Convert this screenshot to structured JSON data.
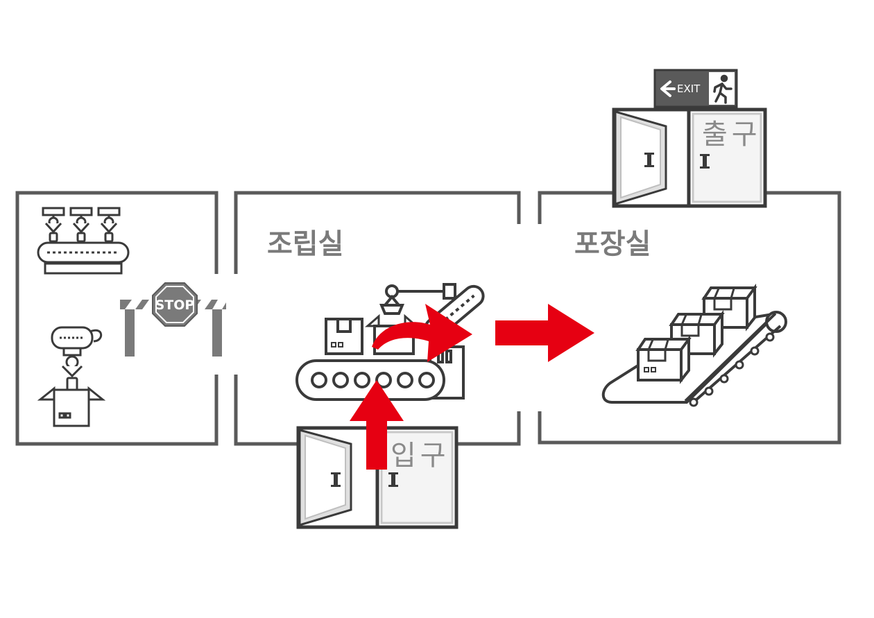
{
  "rooms": {
    "assembly": {
      "label": "조립실"
    },
    "packing": {
      "label": "포장실"
    }
  },
  "doors": {
    "entrance": {
      "label": "입구"
    },
    "exit": {
      "label": "출구"
    }
  },
  "signs": {
    "stop": "STOP",
    "exit": "EXIT"
  },
  "colors": {
    "wall": "#5a5a5a",
    "arrow": "#e60012",
    "icon": "#3a3a3a",
    "label": "#7a7a7a"
  }
}
